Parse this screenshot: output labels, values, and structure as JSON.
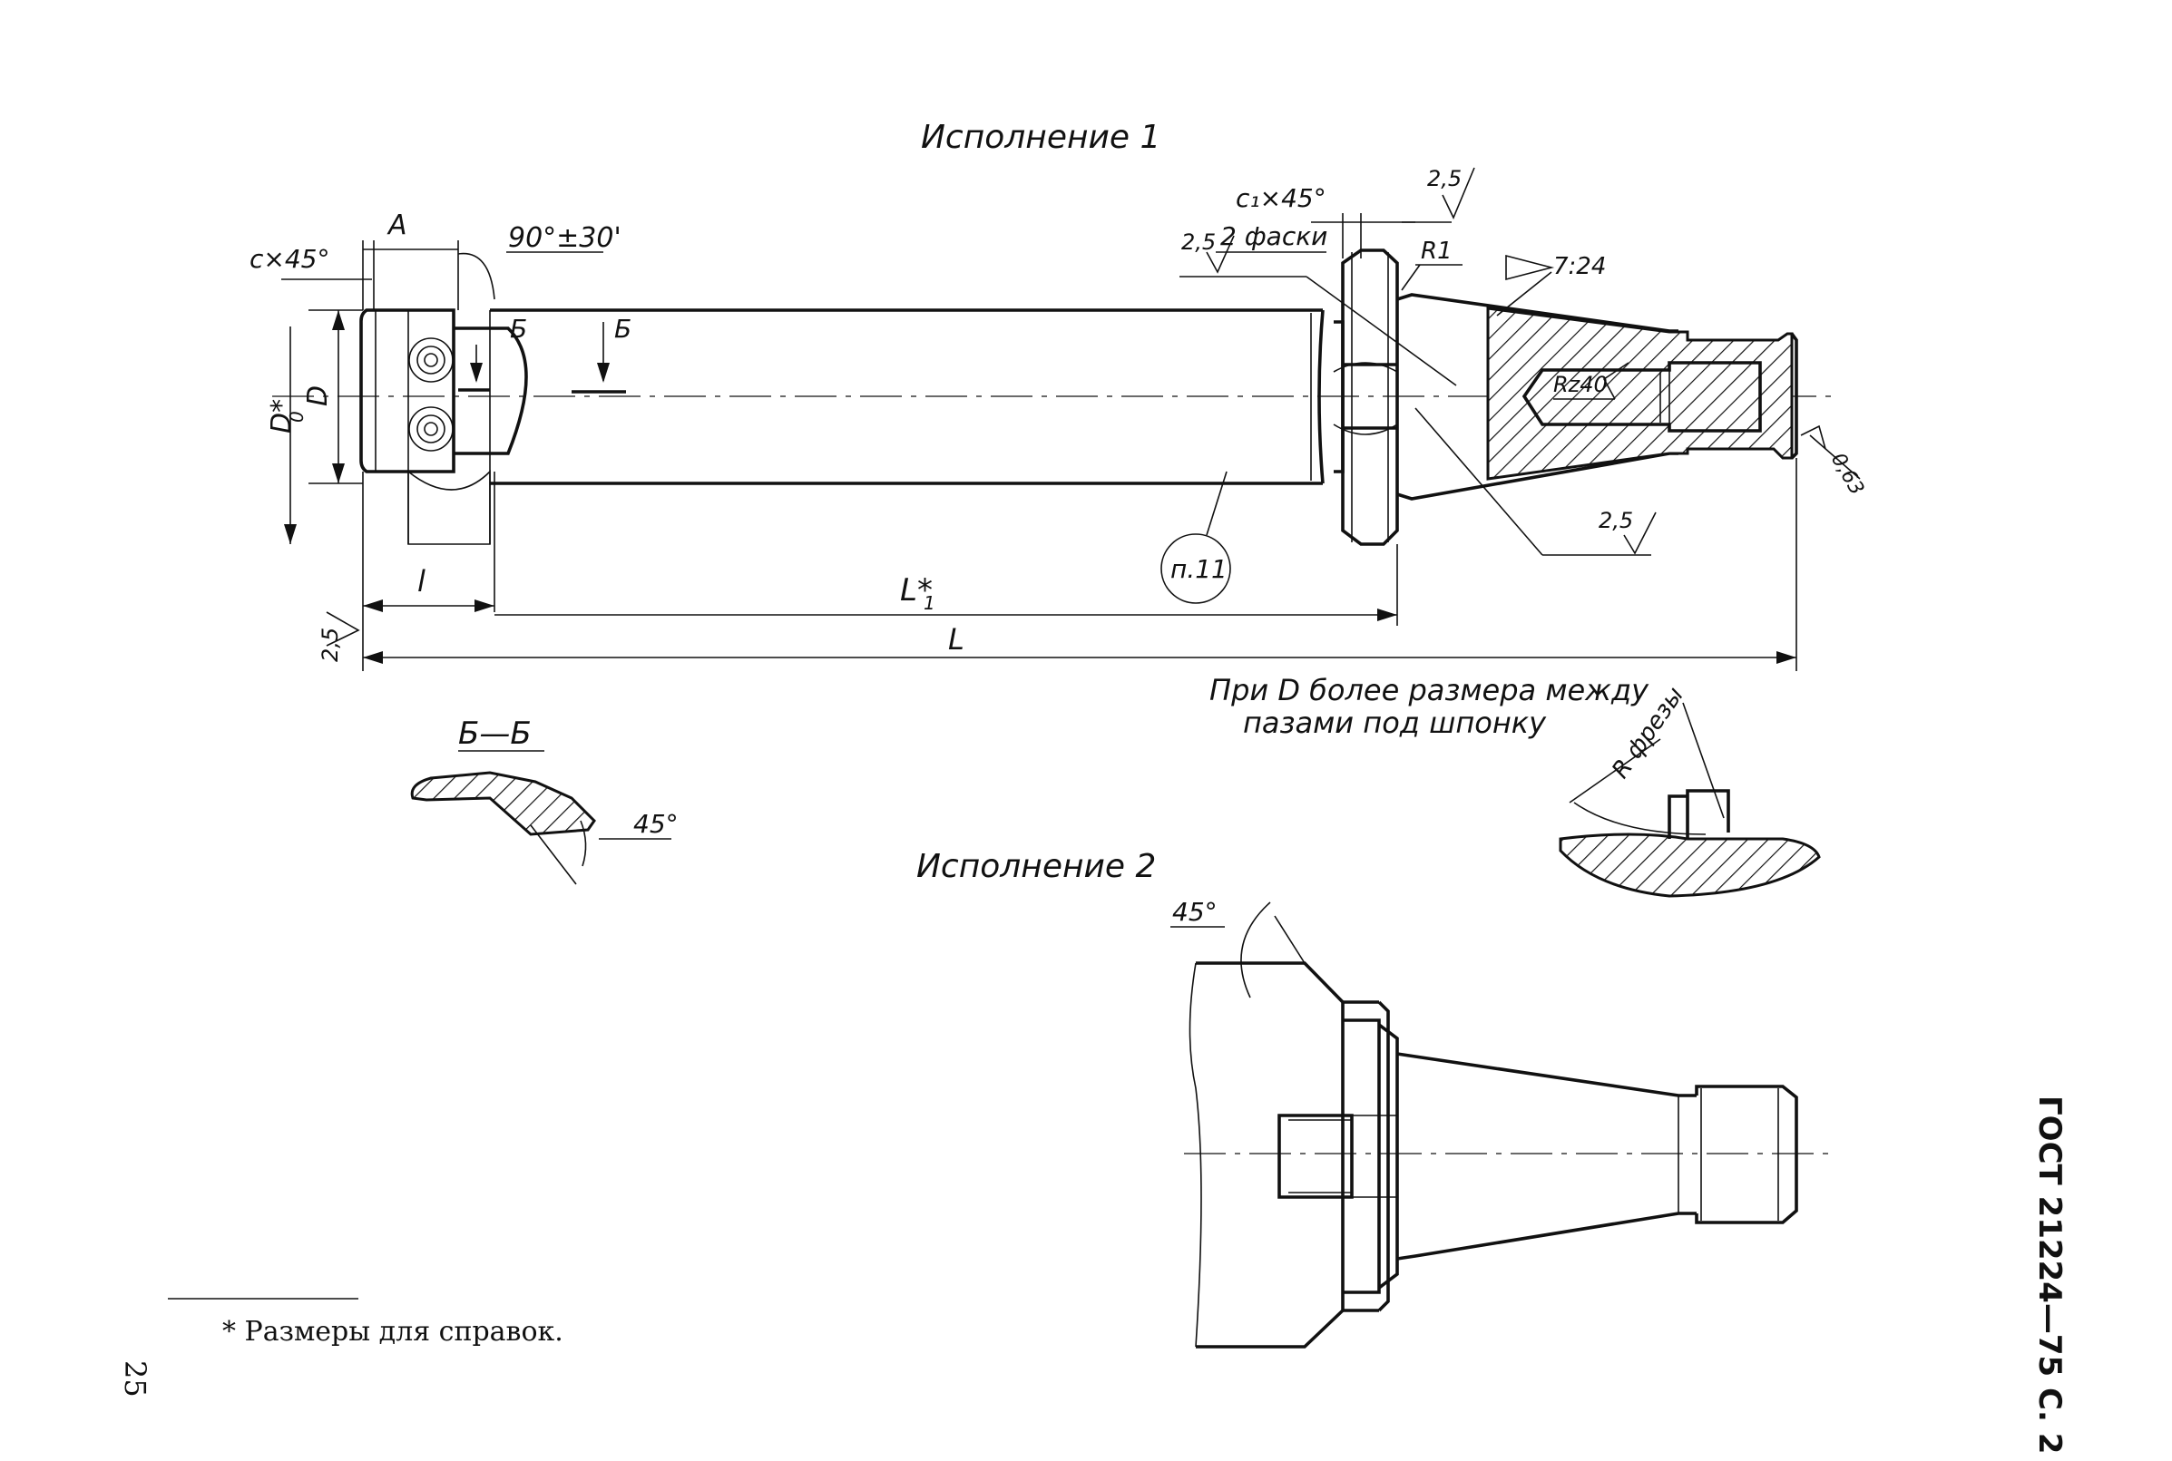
{
  "document": {
    "gost_header": "ГОСТ 21224—75 С. 2",
    "page_number": "25",
    "footnote": "* Размеры для справок."
  },
  "views": {
    "variant1_title": "Исполнение 1",
    "variant2_title": "Исполнение 2",
    "section_title": "Б—Б",
    "note_line1": "При D более размера между",
    "note_line2": "пазами под шпонку"
  },
  "dimensions": {
    "chamfer_c": "c×45°",
    "size_A": "A",
    "angle_90": "90°±30'",
    "diam_D0": "D*",
    "diam_D0_sub": "0",
    "diam_D": "D",
    "length_l": "l",
    "length_L1": "L*",
    "length_L1_sub": "1",
    "length_L": "L",
    "chamfer_c1": "c₁×45°",
    "chamfer_count": "2 фаски",
    "radius_R1": "R1",
    "taper": "7:24",
    "roughness_rz40": "Rz40",
    "roughness_063": "0,63",
    "roughness_25": "2,5",
    "section_mark": "Б",
    "note_ref": "п.11",
    "angle_45": "45°",
    "cutter_radius": "R фрезы"
  }
}
